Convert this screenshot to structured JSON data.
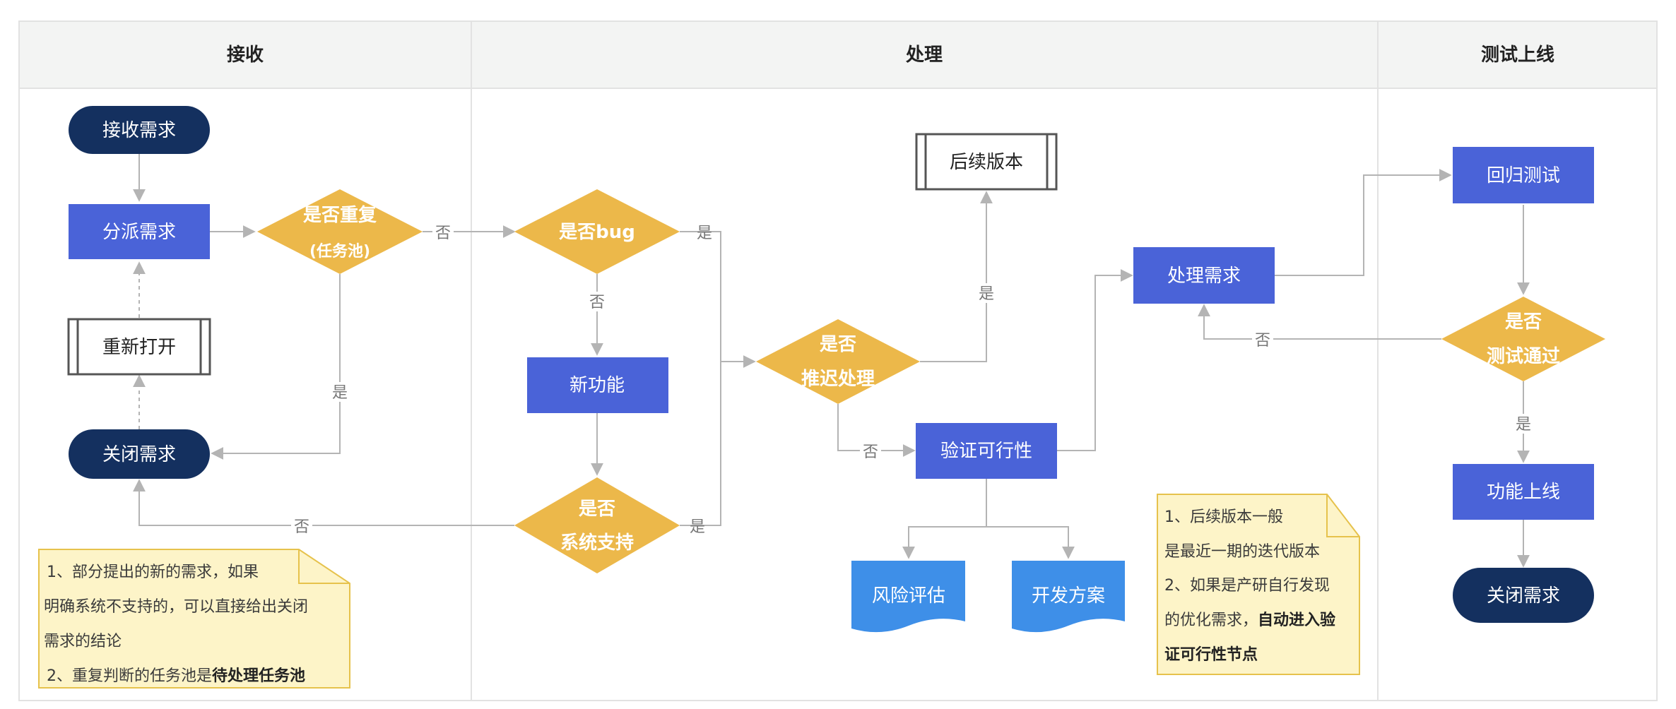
{
  "lanes": [
    {
      "id": "receive",
      "title": "接收"
    },
    {
      "id": "process",
      "title": "处理"
    },
    {
      "id": "test",
      "title": "测试上线"
    }
  ],
  "nodes": {
    "receive_req": "接收需求",
    "dispatch_req": "分派需求",
    "dup_check_line1": "是否重复",
    "dup_check_line2": "(任务池)",
    "reopen": "重新打开",
    "close_req_1": "关闭需求",
    "bug_check": "是否bug",
    "new_feature": "新功能",
    "sys_support_line1": "是否",
    "sys_support_line2": "系统支持",
    "delay_check_line1": "是否",
    "delay_check_line2": "推迟处理",
    "later_version": "后续版本",
    "verify": "验证可行性",
    "risk_eval": "风险评估",
    "dev_plan": "开发方案",
    "handle_req": "处理需求",
    "regression_test": "回归测试",
    "test_pass_line1": "是否",
    "test_pass_line2": "测试通过",
    "feature_launch": "功能上线",
    "close_req_2": "关闭需求"
  },
  "edge_labels": {
    "dup_no": "否",
    "dup_yes": "是",
    "bug_yes": "是",
    "bug_no": "否",
    "support_no": "否",
    "support_yes": "是",
    "delay_yes": "是",
    "delay_no": "否",
    "test_no": "否",
    "test_yes": "是"
  },
  "notes": {
    "left": {
      "line1": "1、部分提出的新的需求，如果",
      "line2": "明确系统不支持的，可以直接给出关闭",
      "line3": "需求的结论",
      "line4_prefix": "2、重复判断的任务池是",
      "line4_bold": "待处理任务池"
    },
    "right": {
      "line1": "1、后续版本一般",
      "line2": "是最近一期的迭代版本",
      "line3": "2、如果是产研自行发现",
      "line4_prefix": "的优化需求，",
      "line4_bold": "自动进入验",
      "line5_bold": "证可行性节点"
    }
  },
  "colors": {
    "terminal": "#14305f",
    "process": "#4a63d8",
    "decision": "#ecb84a",
    "document": "#3e8fe8",
    "note_fill": "#fdf4c8",
    "note_border": "#e6c24c",
    "lane_header": "#f3f4f3",
    "edge": "#b4b4b4"
  }
}
